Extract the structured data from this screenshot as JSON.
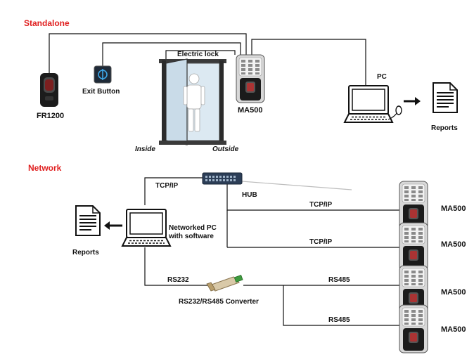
{
  "colors": {
    "section_title": "#e02020",
    "wire": "#111111",
    "panel": "#1a1a1a"
  },
  "standalone": {
    "title": "Standalone",
    "fr1200": "FR1200",
    "exit_button": "Exit Button",
    "electric_lock": "Electric lock",
    "inside": "Inside",
    "outside": "Outside",
    "ma500": "MA500",
    "pc": "PC",
    "reports": "Reports"
  },
  "network": {
    "title": "Network",
    "tcpip_hub": "TCP/IP",
    "hub": "HUB",
    "tcpip_1": "TCP/IP",
    "tcpip_2": "TCP/IP",
    "networked_pc_line1": "Networked PC",
    "networked_pc_line2": "with software",
    "reports": "Reports",
    "rs232": "RS232",
    "converter": "RS232/RS485 Converter",
    "rs485_1": "RS485",
    "rs485_2": "RS485",
    "ma500_1": "MA500",
    "ma500_2": "MA500",
    "ma500_3": "MA500",
    "ma500_4": "MA500"
  }
}
